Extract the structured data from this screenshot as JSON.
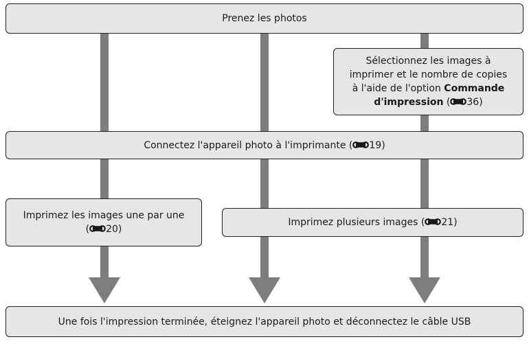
{
  "colors": {
    "box_fill": "#e6e6e6",
    "box_border": "#1f1f1f",
    "arrow": "#7d7d7d"
  },
  "steps": {
    "take_photos": "Prenez les photos",
    "select_images": {
      "line1": "Sélectionnez les images à",
      "line2": "imprimer et le nombre de copies",
      "line3_prefix": "à l'aide de l'option ",
      "line3_bold": "Commande",
      "line4_bold": "d'impression",
      "line4_ref_open": " (",
      "line4_ref_page": "36",
      "line4_ref_close": ")"
    },
    "connect": {
      "prefix": "Connectez l'appareil photo à l'imprimante (",
      "ref_page": "19",
      "suffix": ")"
    },
    "print_one": {
      "line1": "Imprimez les images une par une",
      "ref_open": "(",
      "ref_page": "20",
      "ref_close": ")"
    },
    "print_multi": {
      "prefix": "Imprimez plusieurs images (",
      "ref_page": "21",
      "suffix": ")"
    },
    "finish": "Une fois l'impression terminée, éteignez l'appareil photo et déconnectez le câble USB"
  },
  "ref_icon_name": "reference-link-icon"
}
